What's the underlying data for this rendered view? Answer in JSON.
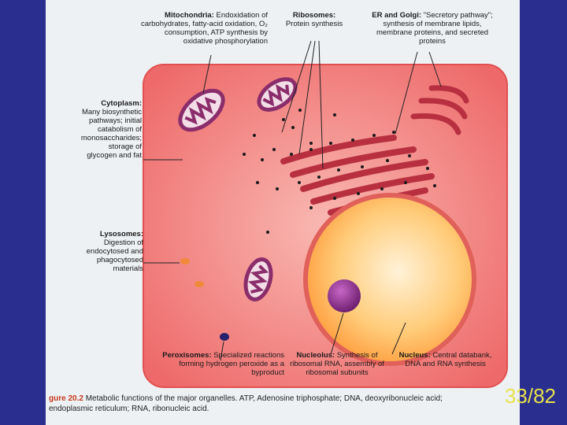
{
  "labels": {
    "mitochondria": {
      "title": "Mitochondria:",
      "text": "Endoxidation of carbohydrates, fatty-acid oxidation, O₂ consumption, ATP synthesis by oxidative phosphorylation"
    },
    "ribosomes": {
      "title": "Ribosomes:",
      "text": "Protein synthesis"
    },
    "er_golgi": {
      "title": "ER and Golgi:",
      "text": "\"Secretory pathway\"; synthesis of membrane lipids, membrane proteins, and secreted proteins"
    },
    "cytoplasm": {
      "title": "Cytoplasm:",
      "text": "Many biosynthetic pathways; initial catabolism of monosaccharides; storage of glycogen and fat"
    },
    "lysosomes": {
      "title": "Lysosomes:",
      "text": "Digestion of endocytosed and phagocytosed materials"
    },
    "peroxisomes": {
      "title": "Peroxisomes:",
      "text": "Specialized reactions forming hydrogen peroxide as a byproduct"
    },
    "nucleolus": {
      "title": "Nucleolus:",
      "text": "Synthesis of ribosomal RNA, assembly of ribosomal subunits"
    },
    "nucleus": {
      "title": "Nucleus:",
      "text": "Central databank, DNA and RNA synthesis"
    }
  },
  "caption": {
    "figure": "gure 20.2",
    "line1": "Metabolic functions of the major organelles. ATP, Adenosine triphosphate; DNA, deoxyribonucleic acid;",
    "line2": "endoplasmic reticulum; RNA, ribonucleic acid."
  },
  "page_number": "33/82",
  "colors": {
    "slide_background": "#2a2f8f",
    "cell": "#f27a78",
    "organelle": "#c0364a",
    "nucleus": "#ffb060",
    "nucleolus": "#8a2d8a",
    "page_number": "#e8e24a"
  }
}
